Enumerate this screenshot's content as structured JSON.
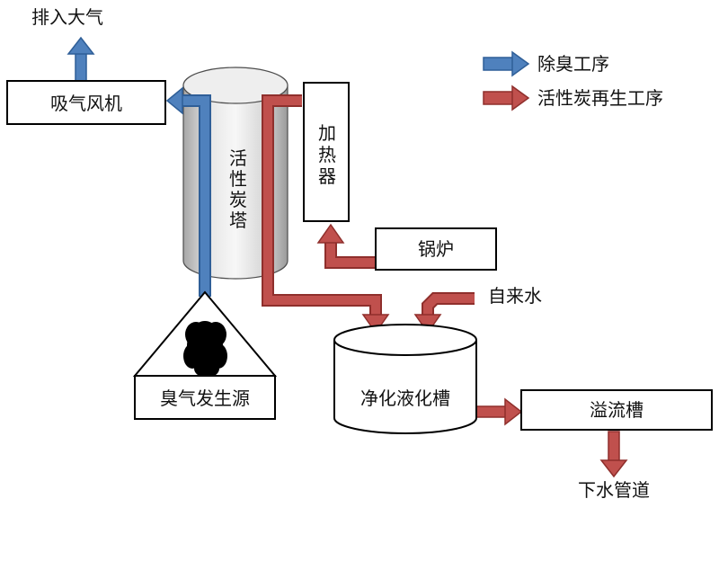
{
  "labels": {
    "exhaust": "排入大气",
    "fan": "吸气风机",
    "tower": "活性炭塔",
    "heater": "加热器",
    "boiler": "锅炉",
    "tap_water": "自来水",
    "odor_source": "臭气发生源",
    "purification_tank": "净化液化槽",
    "overflow_tank": "溢流槽",
    "sewer": "下水管道"
  },
  "legend": [
    {
      "label": "除臭工序",
      "color": "#4f81bd"
    },
    {
      "label": "活性炭再生工序",
      "color": "#c0504d"
    }
  ],
  "colors": {
    "deodorize": "#4f81bd",
    "regeneration": "#c0504d",
    "outline": "#000000"
  }
}
